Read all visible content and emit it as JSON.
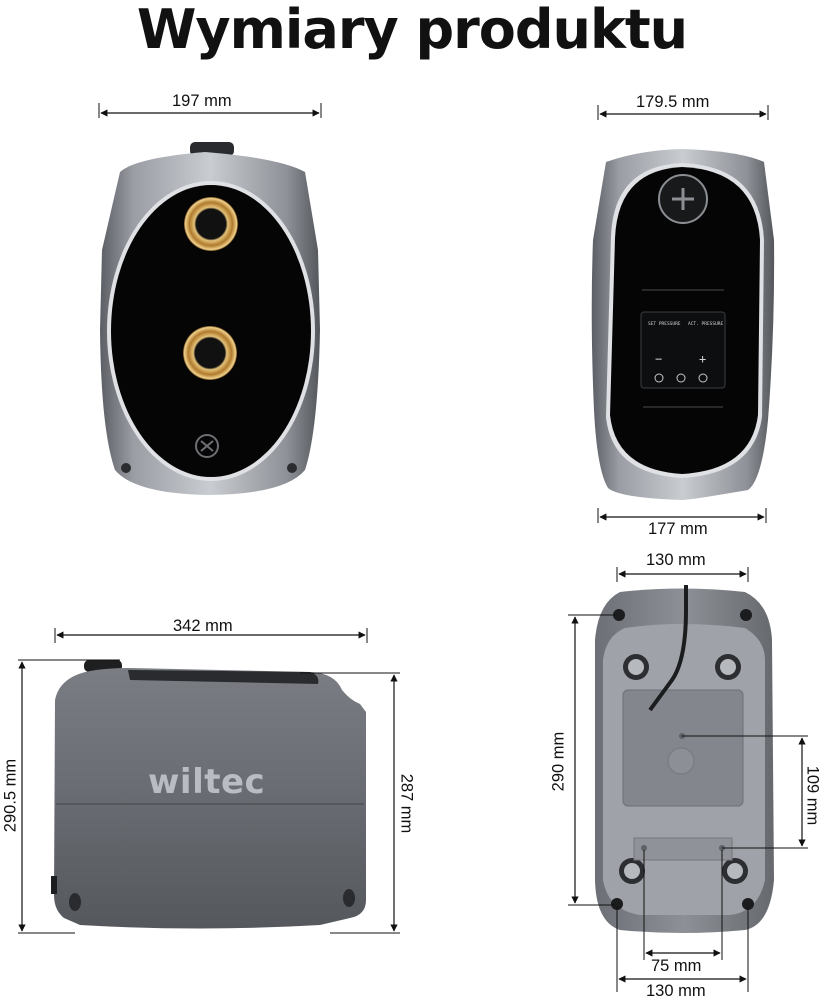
{
  "title": "Wymiary produktu",
  "brand": "wiltec",
  "dimensions": {
    "front_width": "197 mm",
    "back_top_width": "179.5 mm",
    "back_bottom_width": "177 mm",
    "side_length": "342 mm",
    "side_height_left": "290.5 mm",
    "side_height_right": "287 mm",
    "base_top_width": "130 mm",
    "base_height": "290 mm",
    "base_inner_height": "109 mm",
    "base_inner_width": "75 mm",
    "base_bottom_width": "130 mm"
  },
  "panel": {
    "left_label": "SET PRESSURE",
    "right_label": "ACT. PRESSURE",
    "minus": "−",
    "plus": "+"
  }
}
